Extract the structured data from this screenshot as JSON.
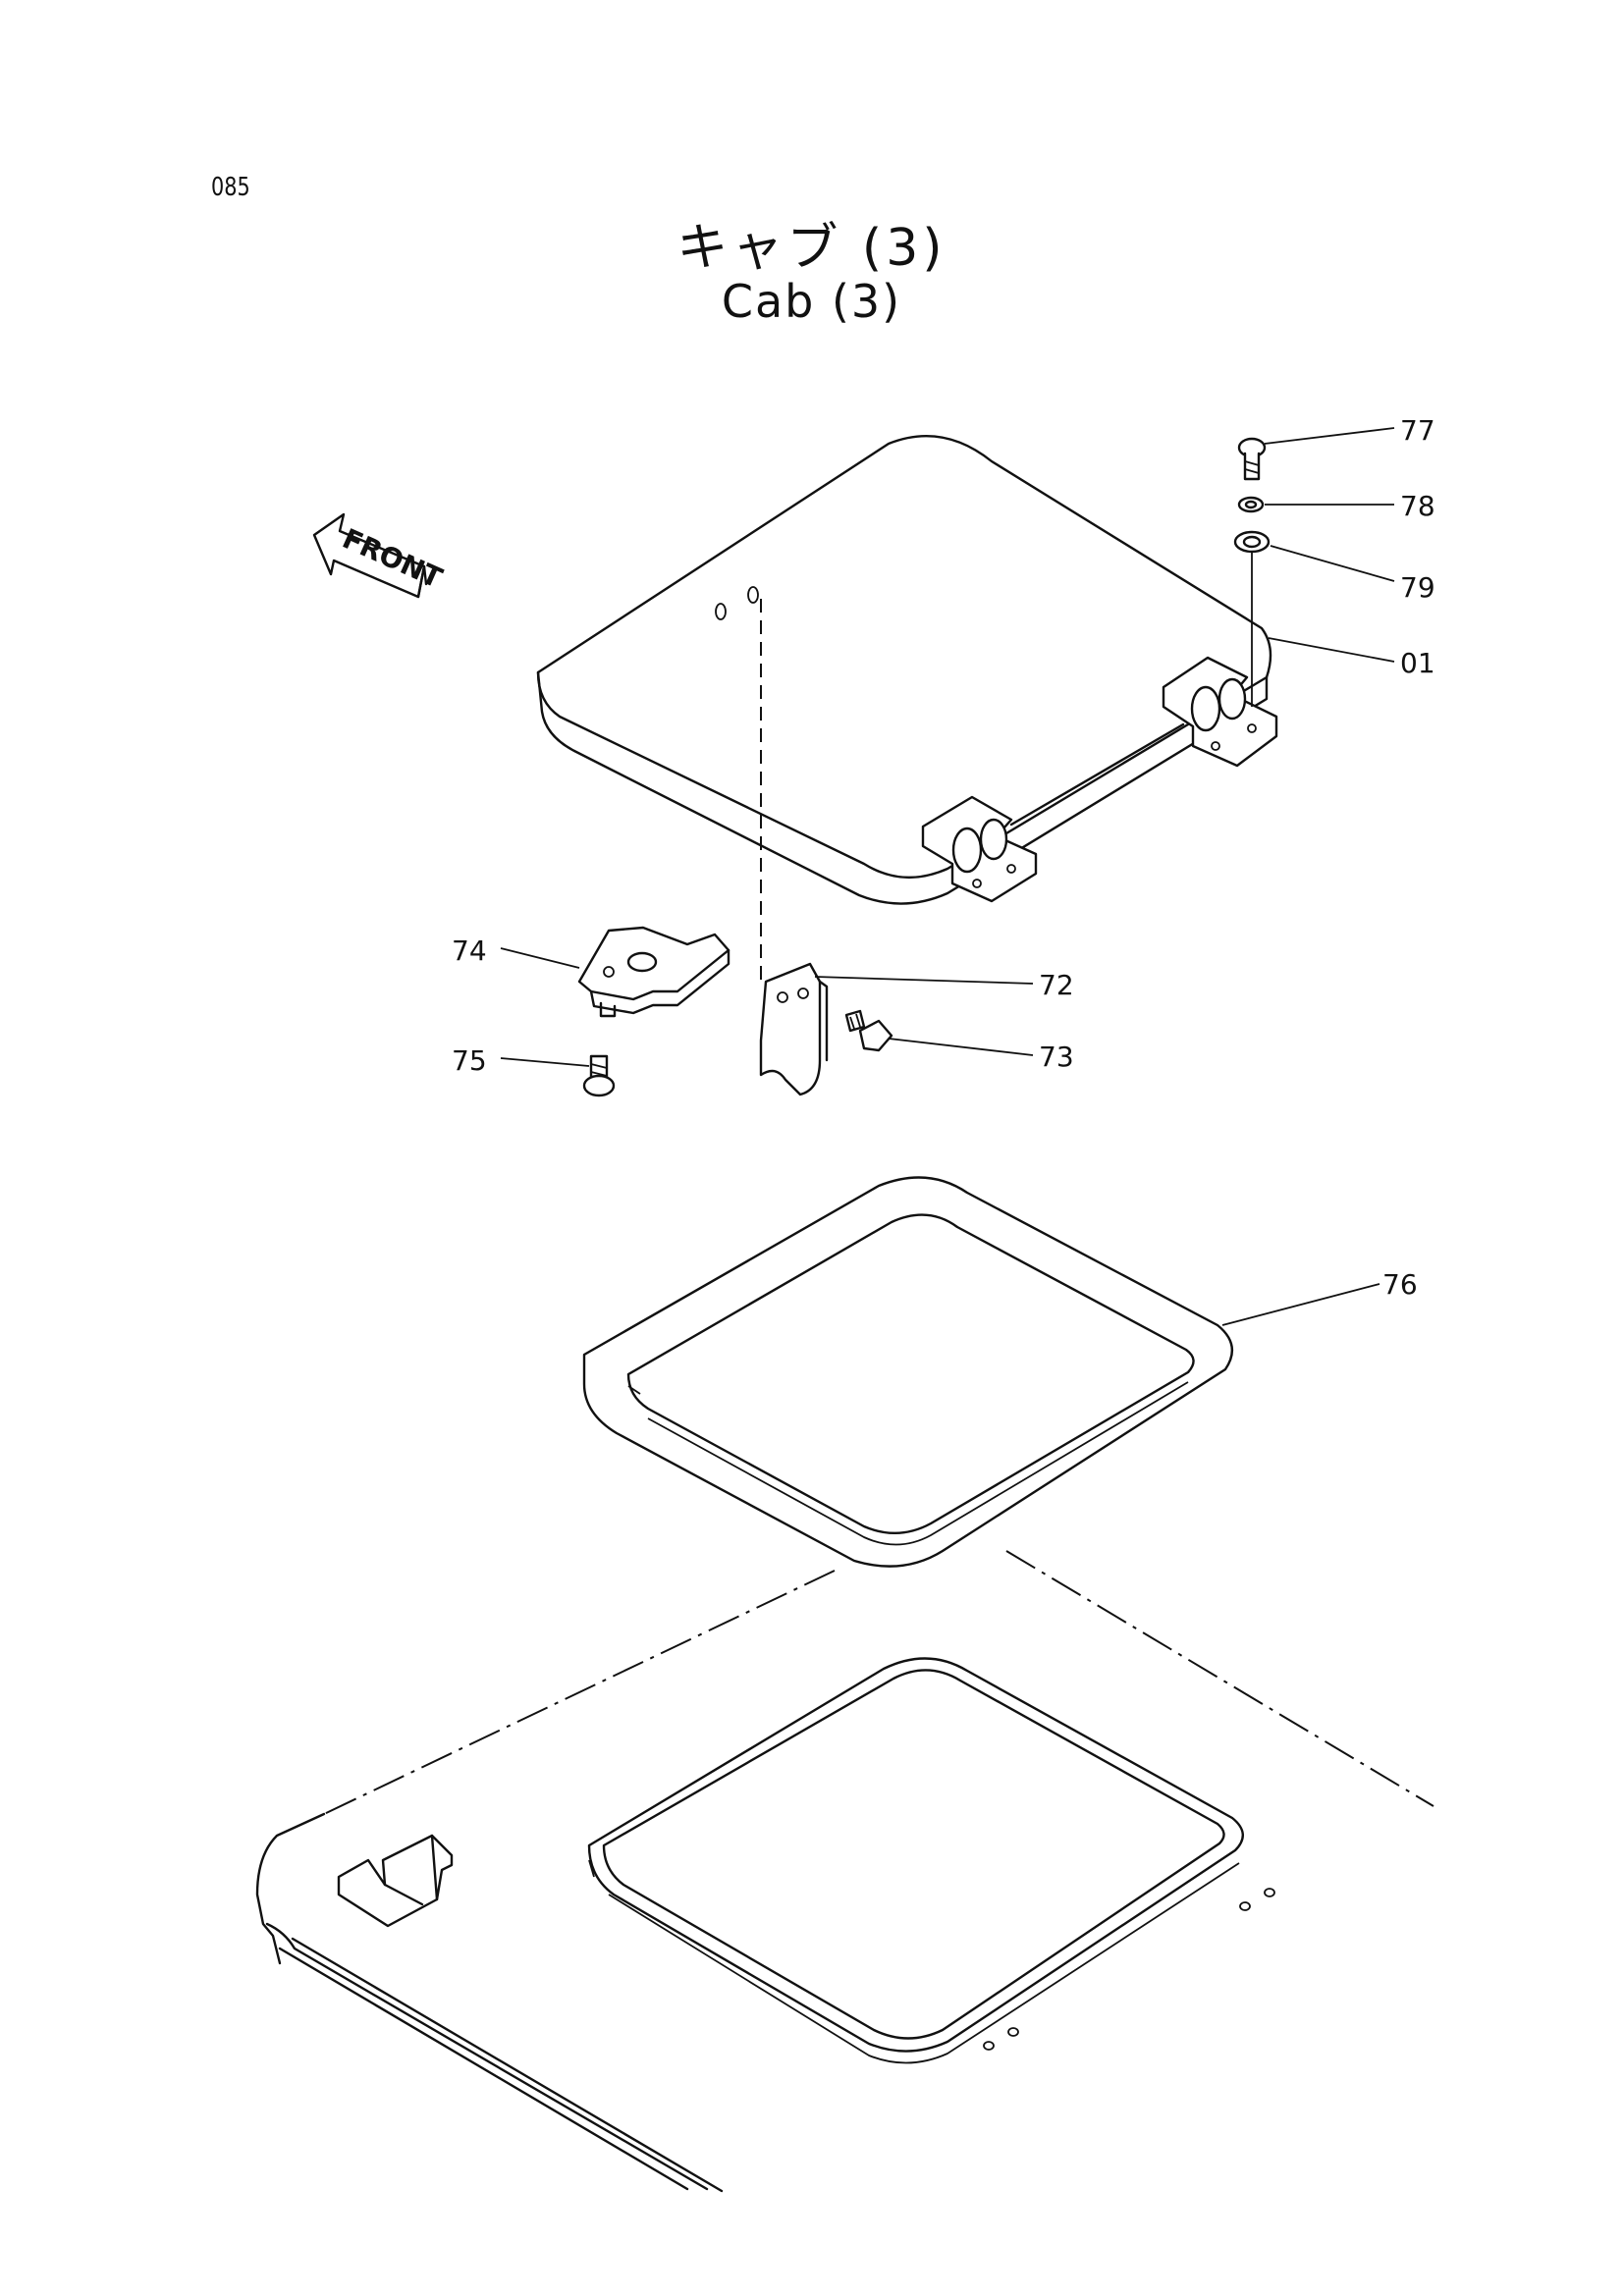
{
  "page_code": "085",
  "title_jp": "キャブ (3)",
  "title_en": "Cab (3)",
  "front_arrow_label": "FRONT",
  "callouts": {
    "c77": "77",
    "c78": "78",
    "c79": "79",
    "c01": "01",
    "c74": "74",
    "c72": "72",
    "c75": "75",
    "c73": "73",
    "c76": "76"
  }
}
